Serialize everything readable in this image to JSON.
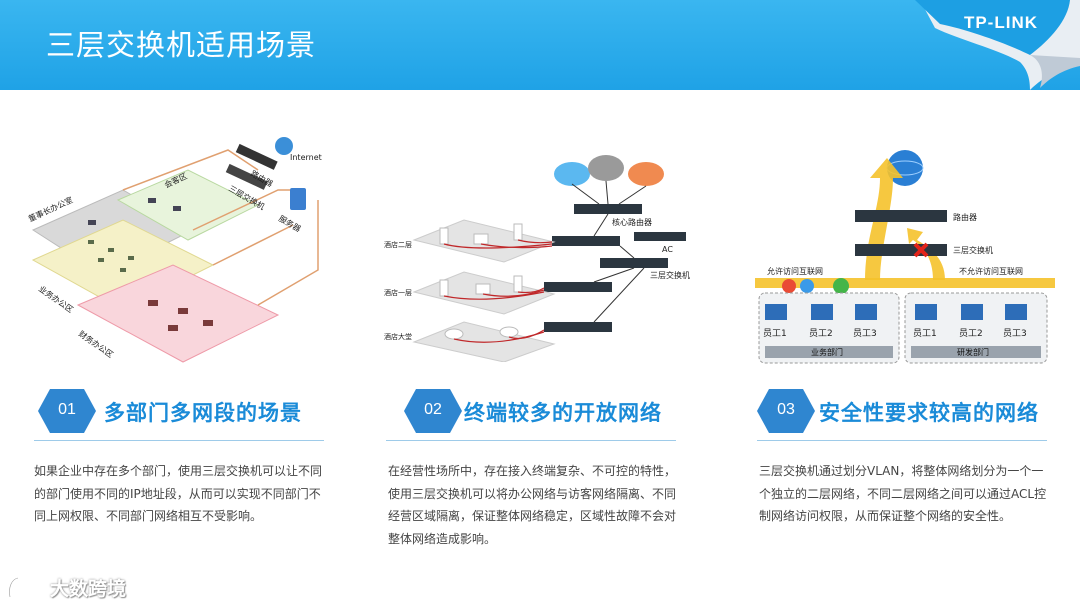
{
  "header": {
    "title": "三层交换机适用场景",
    "logo": "TP-LINK"
  },
  "diagram1": {
    "labels": {
      "internet": "Internet",
      "router": "路由器",
      "switch": "三层交换机",
      "server": "服务器",
      "reception": "会客区",
      "chairman": "董事长办公室",
      "business": "业务办公区",
      "finance": "财务办公区"
    }
  },
  "diagram2": {
    "labels": {
      "core_router": "核心路由器",
      "ac": "AC",
      "switch": "三层交换机",
      "floor2": "酒店二层",
      "floor1": "酒店一层",
      "lobby": "酒店大堂"
    }
  },
  "diagram3": {
    "labels": {
      "router": "路由器",
      "switch": "三层交换机",
      "allow": "允许访问互联网",
      "deny": "不允许访问互联网",
      "e1": "员工1",
      "e2": "员工2",
      "e3": "员工3",
      "e4": "员工1",
      "e5": "员工2",
      "e6": "员工3",
      "dept_business": "业务部门",
      "dept_rd": "研发部门"
    }
  },
  "sections": [
    {
      "num": "01",
      "title": "多部门多网段的场景",
      "desc": "如果企业中存在多个部门，使用三层交换机可以让不同的部门使用不同的IP地址段，从而可以实现不同部门不同上网权限、不同部门网络相互不受影响。"
    },
    {
      "num": "02",
      "title": "终端较多的开放网络",
      "desc": "在经营性场所中，存在接入终端复杂、不可控的特性，使用三层交换机可以将办公网络与访客网络隔离、不同经营区域隔离，保证整体网络稳定，区域性故障不会对整体网络造成影响。"
    },
    {
      "num": "03",
      "title": "安全性要求较高的网络",
      "desc": "三层交换机通过划分VLAN，将整体网络划分为一个一个独立的二层网络，不同二层网络之间可以通过ACL控制网络访问权限，从而保证整个网络的安全性。"
    }
  ],
  "watermark": {
    "text": "大数跨境"
  },
  "colors": {
    "header": "#1fa2e6",
    "accent": "#1a8bd8",
    "hex": "#2f86d0"
  }
}
